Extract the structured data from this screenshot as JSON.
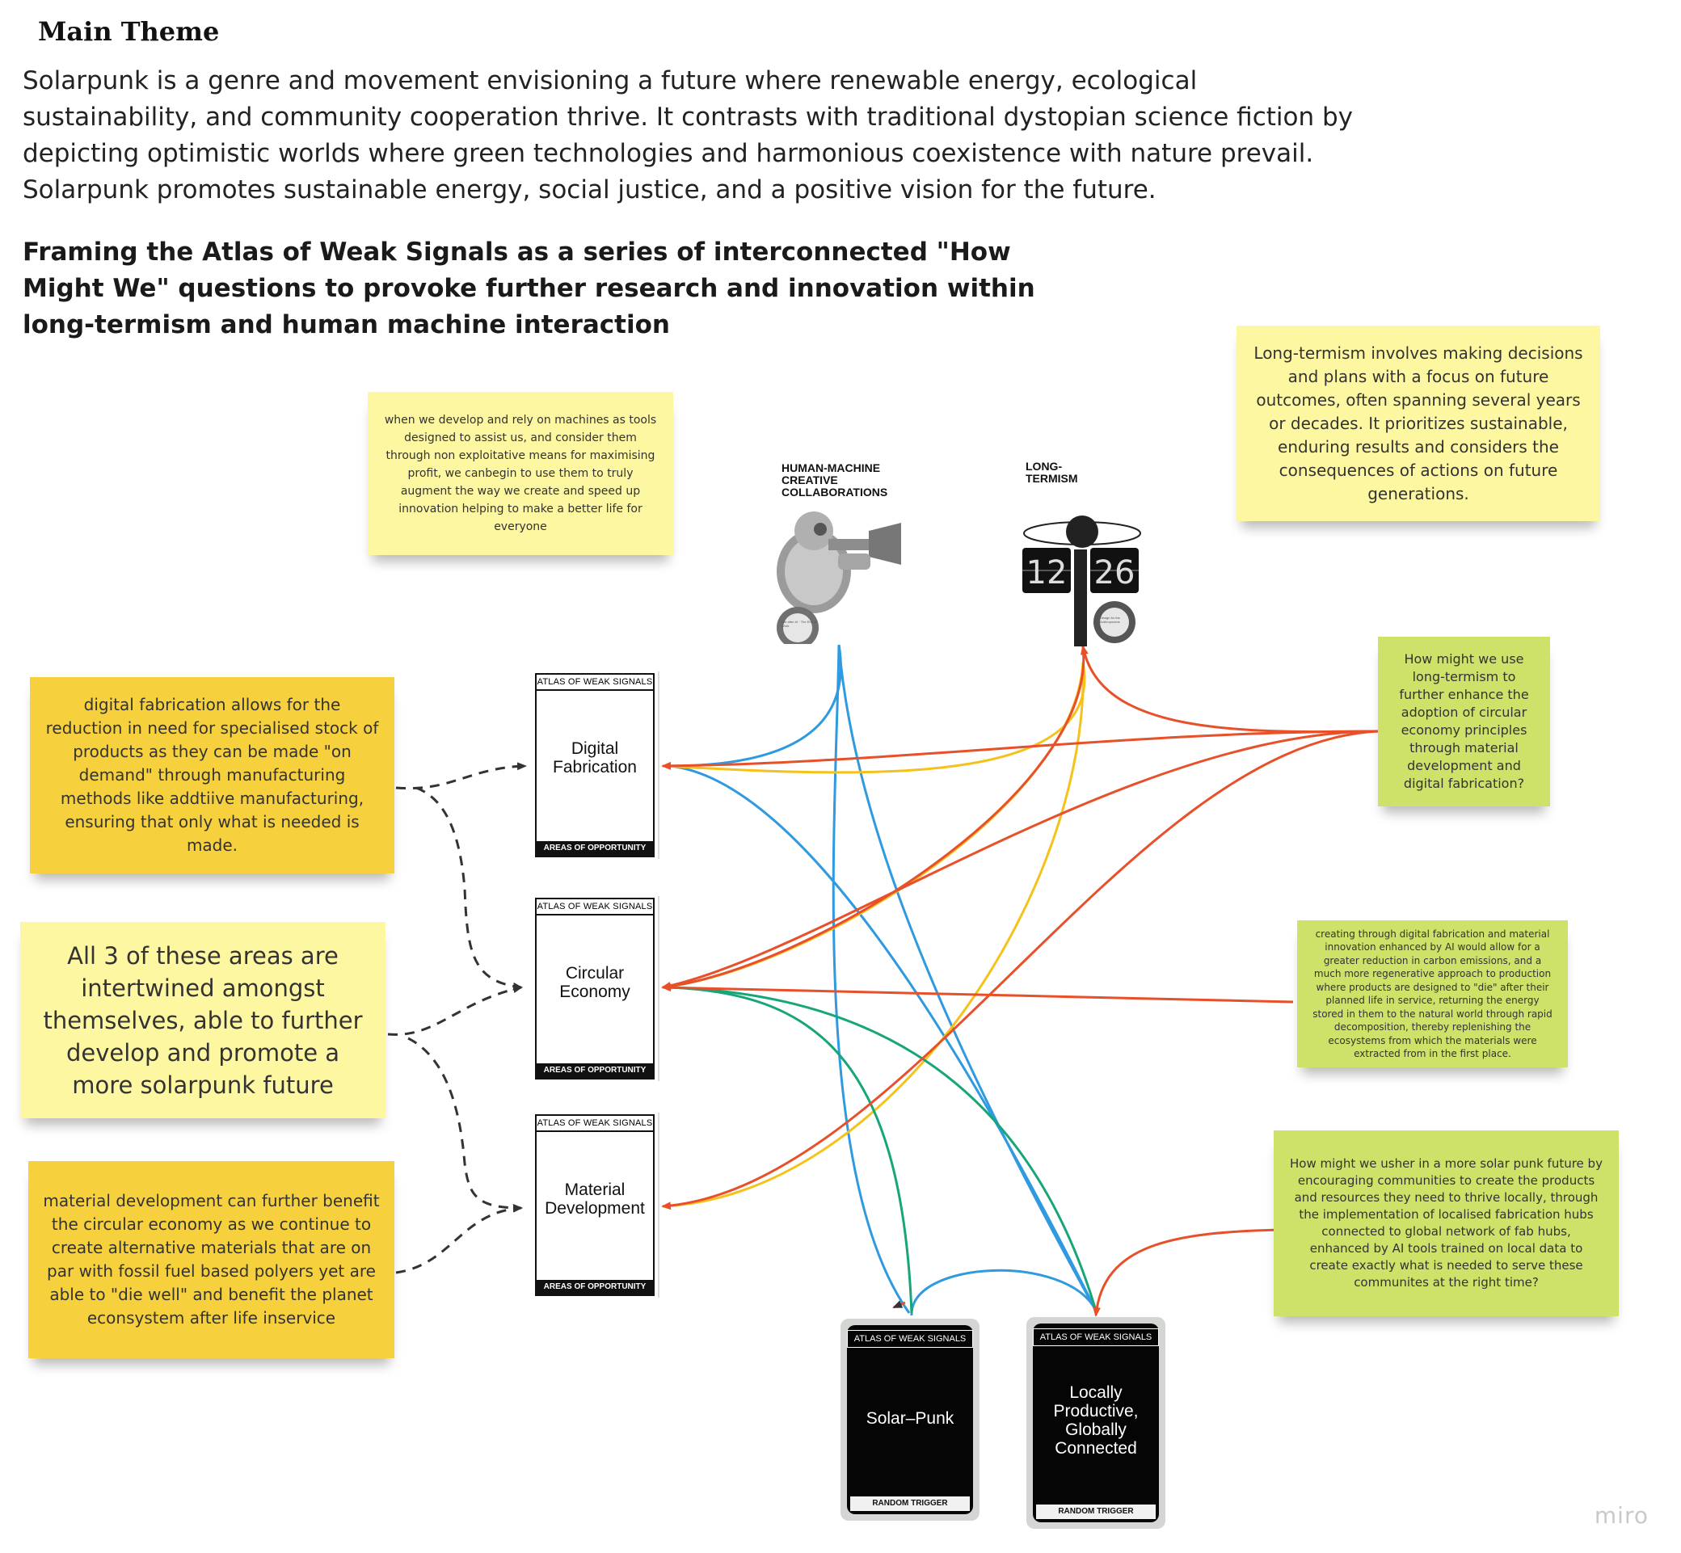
{
  "header": {
    "main_theme": "Main Theme",
    "intro": "Solarpunk is a genre and movement envisioning a future where renewable energy, ecological sustainability, and community cooperation thrive. It  contrasts with traditional dystopian science fiction by depicting  optimistic worlds where green technologies and harmonious coexistence  with nature prevail. Solarpunk promotes sustainable energy, social  justice, and a positive vision for the future.",
    "framing": "Framing the Atlas of Weak Signals as a series of interconnected \"How Might We\" questions to provoke further research and innovation within long-termism and human machine interaction"
  },
  "notes": {
    "machines": "when we develop and rely on machines as tools designed to assist us, and consider them through non exploitative means for maximising profit, we canbegin to use them to truly augment the way we create and speed up innovation helping to make a better life for everyone",
    "long_termism": "Long-termism involves making decisions and plans with a focus on future outcomes, often spanning several years or decades. It prioritizes  sustainable, enduring results and considers the consequences of actions  on future generations.",
    "digital_fab": "digital fabrication allows for the reduction in need for specialised stock of products as they can be made \"on demand\" through manufacturing methods like addtiive manufacturing, ensuring that only what is needed is made.",
    "intertwined": "All 3 of these areas are intertwined amongst themselves, able to further develop  and promote a more solarpunk future",
    "material_dev": "material development can further benefit the circular economy as we continue to create alternative materials that are on par with fossil fuel based polyers yet are able to \"die well\" and benefit the planet econsystem after life inservice",
    "hmw_circular": "How might we use long-termism to further enhance the adoption of circular economy principles through material development and digital fabrication?",
    "regenerative": "creating through digital fabrication and material innovation enhanced by AI would allow for a greater reduction in carbon emissions, and a much more regenerative approach to production where products are designed to \"die\" after their planned life in service, returning the energy stored in them to the natural world through rapid decomposition, thereby replenishing the ecosystems from which the materials were extracted from in the first place.",
    "hmw_local": "How might we usher in a more solar punk future by encouraging communities to create the products and resources they need to thrive locally, through the implementation of localised fabrication hubs connected to global network of fab hubs, enhanced by AI tools trained on local data to create exactly what is needed to serve these communites at the right time?"
  },
  "cards": {
    "header": "ATLAS OF WEAK SIGNALS",
    "footer": "AREAS OF OPPORTUNITY",
    "digital_fabrication": "Digital Fabrication",
    "circular_economy": "Circular Economy",
    "material_development": "Material Development"
  },
  "triggers": {
    "header": "ATLAS OF WEAK SIGNALS",
    "footer": "RANDOM TRIGGER",
    "solar_punk": "Solar–Punk",
    "locally": "Locally Productive, Globally Connected"
  },
  "photos": {
    "hmc_title": "HUMAN-MACHINE CREATIVE COLLABORATIONS",
    "hmc_badge": "Life after AI · The End of Work",
    "lt_title": "LONG- TERMISM",
    "lt_badge": "Design for the Anthropocene",
    "clock_hour": "12",
    "clock_min": "26"
  },
  "brand": "miro",
  "colors": {
    "blue": "#2f9ae0",
    "orange": "#e8502a",
    "yellow": "#f5c21b",
    "green": "#17a57a",
    "dashed": "#333333"
  }
}
